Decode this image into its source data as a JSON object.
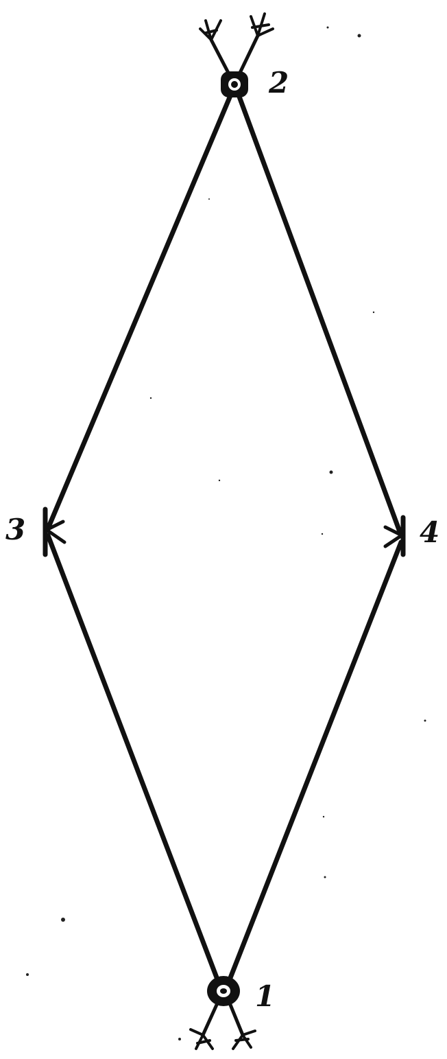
{
  "diagram": {
    "labels": {
      "top": "2",
      "left": "3",
      "right": "4",
      "bottom": "1"
    }
  }
}
